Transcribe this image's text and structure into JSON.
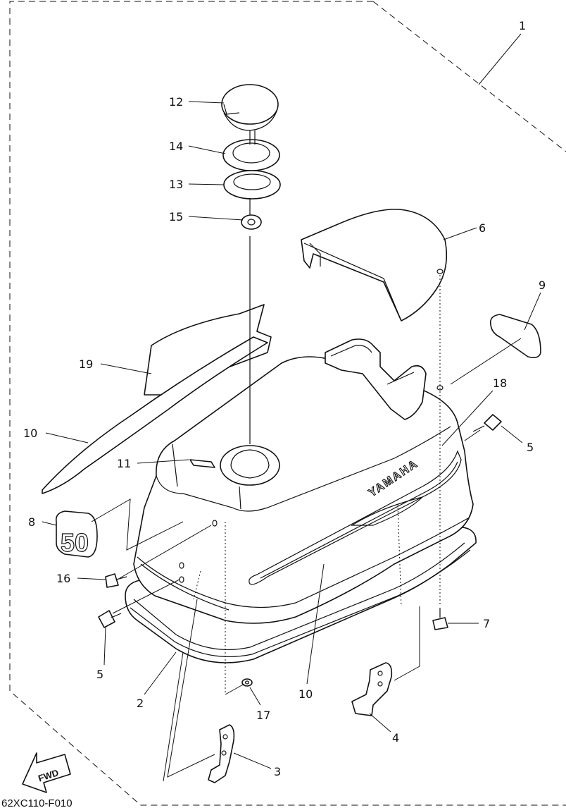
{
  "diagram": {
    "code": "62XC110-F010",
    "fwd_label": "FWD",
    "brand_text": "YAMAHA",
    "badge_text": "50",
    "labels": [
      "1",
      "12",
      "14",
      "13",
      "15",
      "6",
      "9",
      "19",
      "18",
      "10",
      "5",
      "11",
      "8",
      "16",
      "5",
      "7",
      "2",
      "10",
      "17",
      "4",
      "3"
    ]
  }
}
